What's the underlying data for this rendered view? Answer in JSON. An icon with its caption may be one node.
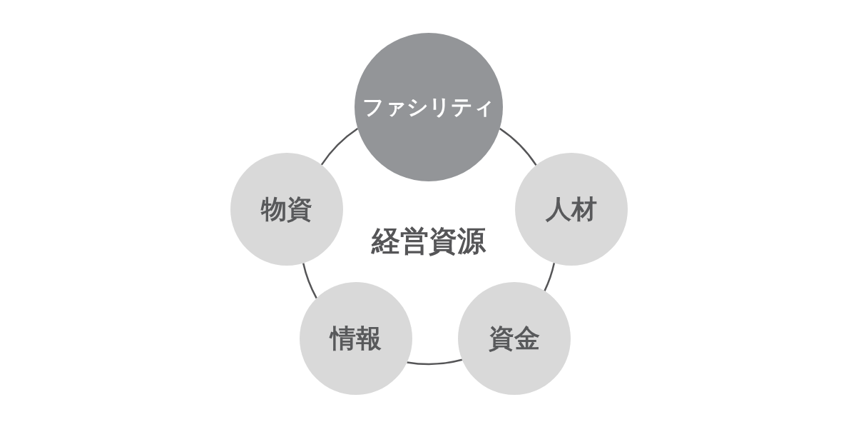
{
  "diagram": {
    "nodes": [
      {
        "text": [
          "ファシリティ"
        ]
      },
      {
        "text": [
          "人材"
        ]
      },
      {
        "text": [
          "資金"
        ]
      },
      {
        "text": [
          "情報"
        ]
      },
      {
        "text": [
          "物資"
        ]
      }
    ],
    "edges": [
      {
        "from": 0,
        "to": 1,
        "arrow": "none"
      },
      {
        "from": 1,
        "to": 2,
        "arrow": "none"
      },
      {
        "from": 2,
        "to": 3,
        "arrow": "none"
      },
      {
        "from": 3,
        "to": 4,
        "arrow": "none"
      },
      {
        "from": 4,
        "to": 0,
        "arrow": "none"
      }
    ],
    "labels": [
      "経営資源"
    ]
  }
}
